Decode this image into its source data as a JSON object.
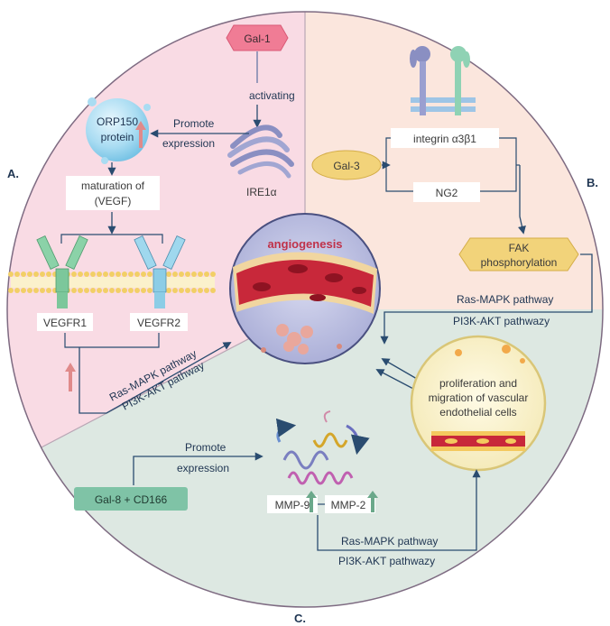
{
  "sections": {
    "a": "A.",
    "b": "B.",
    "c": "C."
  },
  "center": {
    "title": "angiogenesis"
  },
  "panel_a": {
    "gal1": "Gal-1",
    "activating": "activating",
    "promote1": "Promote",
    "expression1": "expression",
    "orp_line1": "ORP150",
    "orp_line2": "protein",
    "maturation_line1": "maturation of",
    "maturation_line2": "(VEGF)",
    "ire1a": "IRE1α",
    "vegfr1": "VEGFR1",
    "vegfr2": "VEGFR2",
    "ras_mapk": "Ras-MAPK pathway",
    "pi3k": "PI3K-AKT pathway"
  },
  "panel_b": {
    "gal3": "Gal-3",
    "integrin": "integrin α3β1",
    "ng2": "NG2",
    "fak_line1": "FAK",
    "fak_line2": "phosphorylation",
    "ras_mapk": "Ras-MAPK pathway",
    "pi3k": "PI3K-AKT pathwazy",
    "prolif_line1": "proliferation and",
    "prolif_line2": "migration of vascular",
    "prolif_line3": "endothelial cells"
  },
  "panel_c": {
    "gal8": "Gal-8 + CD166",
    "promote": "Promote",
    "expression": "expression",
    "mmp9": "MMP-9",
    "mmp2": "MMP-2",
    "ras_mapk": "Ras-MAPK pathway",
    "pi3k": "PI3K-AKT pathwazy"
  },
  "colors": {
    "section_a_bg": "#f9dbe4",
    "section_b_bg": "#fbe6dd",
    "section_c_bg": "#dde8e2",
    "gal1_fill": "#f07c95",
    "gal3_fill": "#f2d37a",
    "gal8_fill": "#7fc3a6",
    "fak_fill": "#f2d37a",
    "arrow": "#2a4c70",
    "vessel": "#c8283a",
    "upregulation_pink": "#e08a8a",
    "upregulation_green": "#6aa88a"
  }
}
